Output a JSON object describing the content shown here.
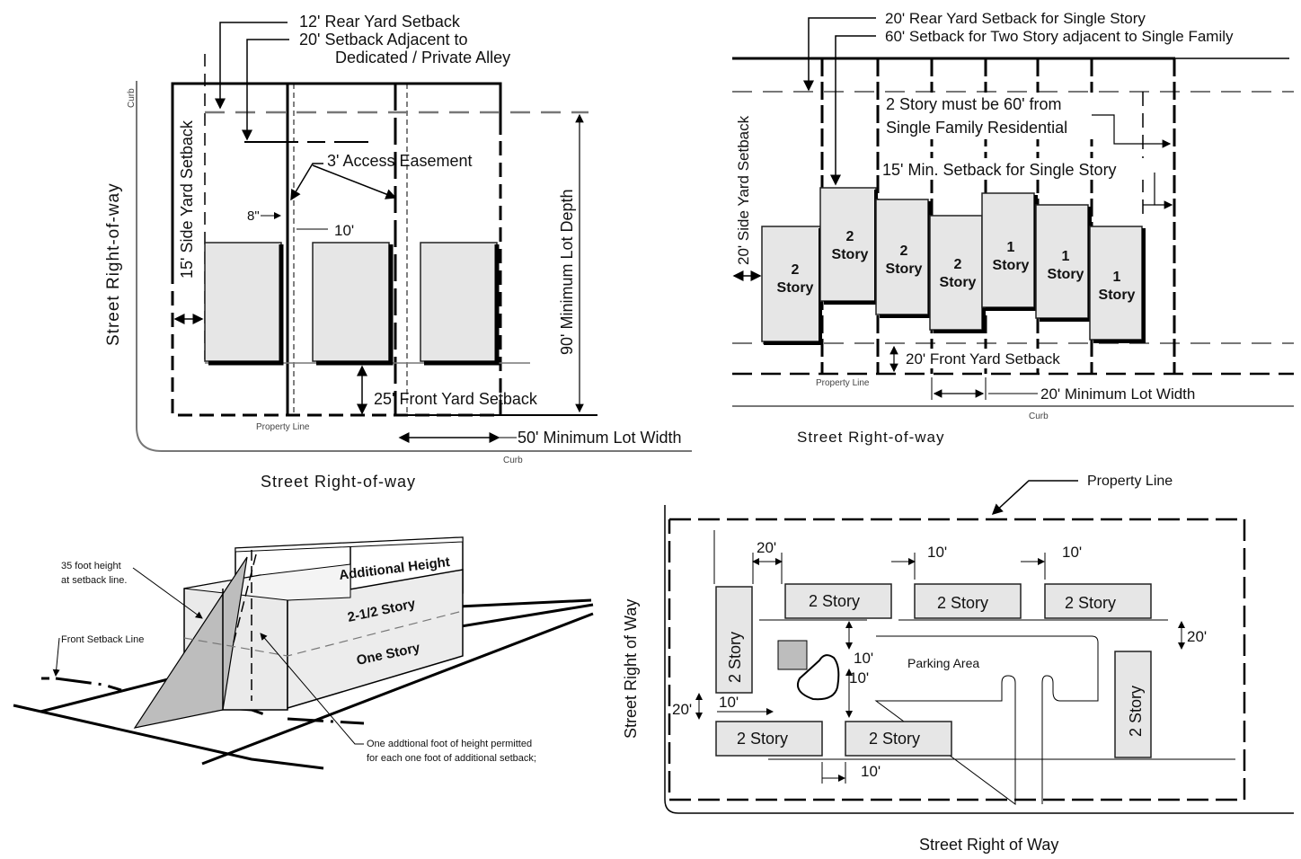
{
  "panel_top_left": {
    "rear_setback": "12'  Rear Yard Setback",
    "alley_setback_1": "20'  Setback Adjacent to",
    "alley_setback_2": "Dedicated / Private Alley",
    "curb_left": "Curb",
    "curb_bottom": "Curb",
    "side_setback": "15' Side Yard Setback",
    "street_left": "Street Right-of-way",
    "street_bottom": "Street Right-of-way",
    "access_easement": "3' Access Easement",
    "dim_8in": "8\"",
    "dim_10ft": "10'",
    "lot_depth": "90' Minimum Lot  Depth",
    "front_setback": "25' Front Yard Setback",
    "property_line": "Property Line",
    "lot_width": "50' Minimum Lot Width"
  },
  "panel_top_right": {
    "rear_setback": "20'  Rear Yard Setback for Single Story",
    "two_story_setback": "60'  Setback for Two Story adjacent to Single Family",
    "note_1": "2 Story must be 60' from",
    "note_2": "Single Family Residential",
    "min_setback": "15' Min. Setback for Single Story",
    "side_setback": "20' Side Yard Setback",
    "front_setback": "20' Front Yard Setback",
    "property_line": "Property Line",
    "lot_width": "20' Minimum Lot Width",
    "curb": "Curb",
    "street": "Street Right-of-way",
    "buildings": [
      {
        "num": "2",
        "word": "Story"
      },
      {
        "num": "2",
        "word": "Story"
      },
      {
        "num": "2",
        "word": "Story"
      },
      {
        "num": "2",
        "word": "Story"
      },
      {
        "num": "1",
        "word": "Story"
      },
      {
        "num": "1",
        "word": "Story"
      },
      {
        "num": "1",
        "word": "Story"
      }
    ]
  },
  "panel_bottom_left": {
    "height_note_1": "35 foot height",
    "height_note_2": "at setback line.",
    "front_setback_line": "Front Setback Line",
    "additional_height": "Additional Height",
    "two_half_story": "2-1/2  Story",
    "one_story": "One Story",
    "permit_note_1": "One addtional foot of height permitted",
    "permit_note_2": "for each one foot of additional setback;"
  },
  "panel_bottom_right": {
    "property_line": "Property Line",
    "street_left": "Street Right of Way",
    "street_bottom": "Street Right of Way",
    "parking": "Parking Area",
    "dims": [
      "20'",
      "10'",
      "10'",
      "20'",
      "10'",
      "10'",
      "20'",
      "10'",
      "10'"
    ],
    "buildings": [
      "2 Story",
      "2 Story",
      "2 Story",
      "2 Story",
      "2 Story",
      "2 Story",
      "2 Story"
    ]
  }
}
